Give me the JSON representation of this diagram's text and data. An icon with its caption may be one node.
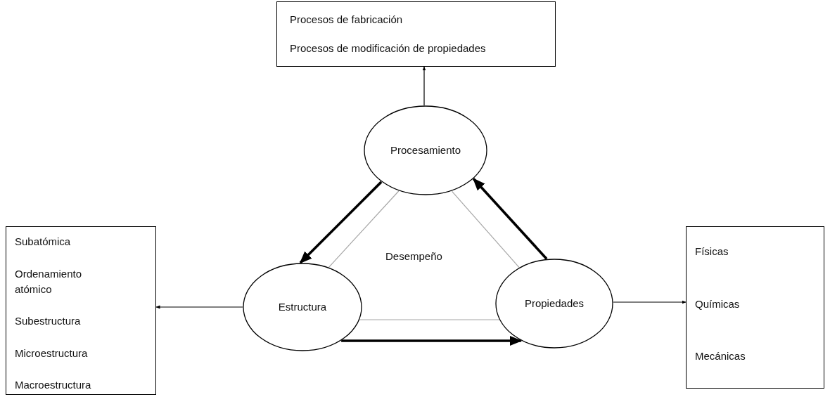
{
  "diagram": {
    "nodes": [
      {
        "text": [
          "Procesos de fabricación",
          "Procesos de modificación de propiedades"
        ]
      },
      {
        "text": [
          "Procesamiento"
        ]
      },
      {
        "text": [
          "Subatómica",
          "Ordenamiento atómico",
          "Subestructura",
          "Microestructura",
          "Macroestructura"
        ]
      },
      {
        "text": [
          "Estructura"
        ]
      },
      {
        "text": [
          "Propiedades"
        ]
      },
      {
        "text": [
          "Físicas",
          "Químicas",
          "Mecánicas"
        ]
      }
    ],
    "edges": [
      {
        "from": 1,
        "to": 0,
        "arrow": "to"
      },
      {
        "from": 1,
        "to": 3,
        "arrow": "to",
        "style": "thick"
      },
      {
        "from": 1,
        "to": 3,
        "arrow": "none",
        "color": "#a6a6a6"
      },
      {
        "from": 1,
        "to": 4,
        "arrow": "none",
        "color": "#a6a6a6"
      },
      {
        "from": 4,
        "to": 1,
        "arrow": "to",
        "style": "thick"
      },
      {
        "from": 3,
        "to": 4,
        "arrow": "none",
        "color": "#a6a6a6"
      },
      {
        "from": 3,
        "to": 4,
        "arrow": "to",
        "style": "thick"
      },
      {
        "from": 3,
        "to": 2,
        "arrow": "to"
      },
      {
        "from": 4,
        "to": 5,
        "arrow": "to"
      }
    ],
    "labels": [
      "Desempeño"
    ]
  }
}
